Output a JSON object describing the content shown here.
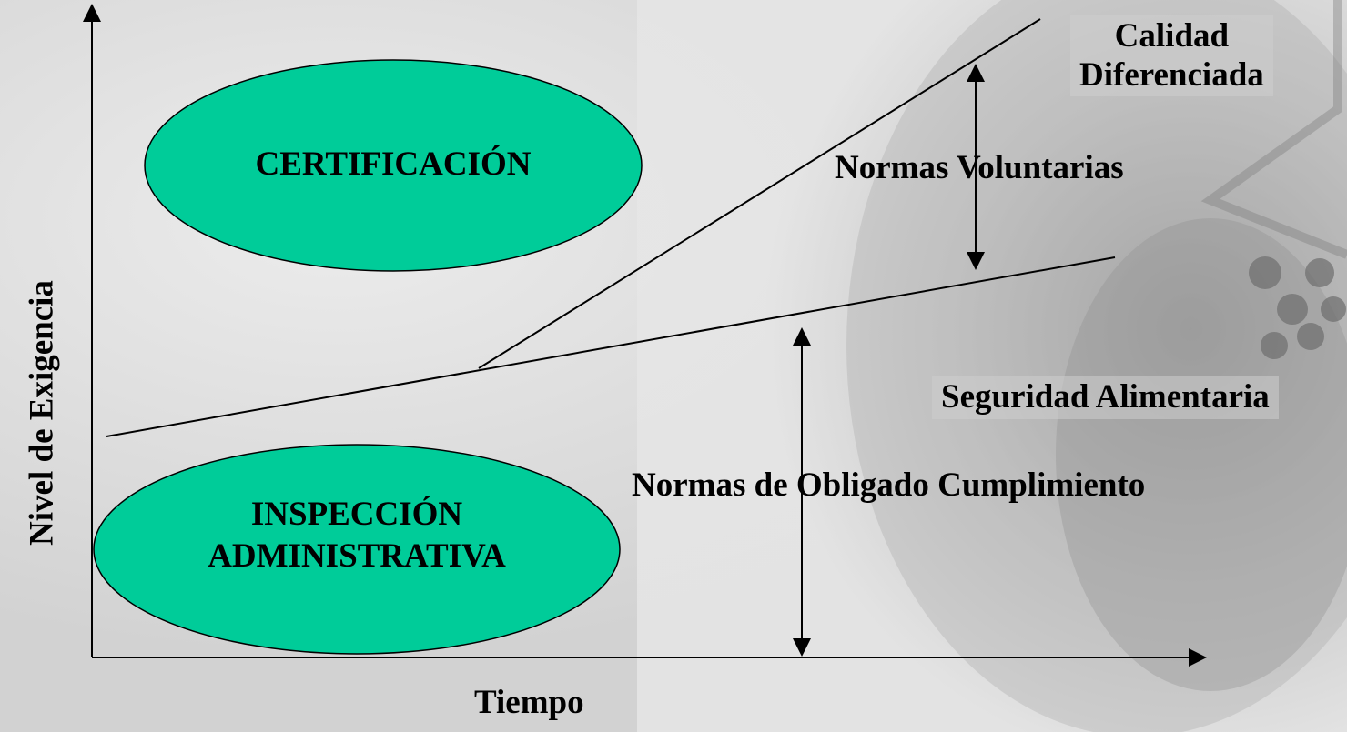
{
  "diagram": {
    "y_axis_label": "Nivel de Exigencia",
    "x_axis_label": "Tiempo",
    "ellipses": {
      "top": "CERTIFICACIÓN",
      "bottom_line1": "INSPECCIÓN",
      "bottom_line2": "ADMINISTRATIVA"
    },
    "labels": {
      "quality_line1": "Calidad",
      "quality_line2": "Diferenciada",
      "voluntary": "Normas Voluntarias",
      "food_safety": "Seguridad Alimentaria",
      "mandatory": "Normas de Obligado Cumplimiento"
    },
    "colors": {
      "ellipse_fill": "#00cc99",
      "lines": "#000000"
    }
  }
}
